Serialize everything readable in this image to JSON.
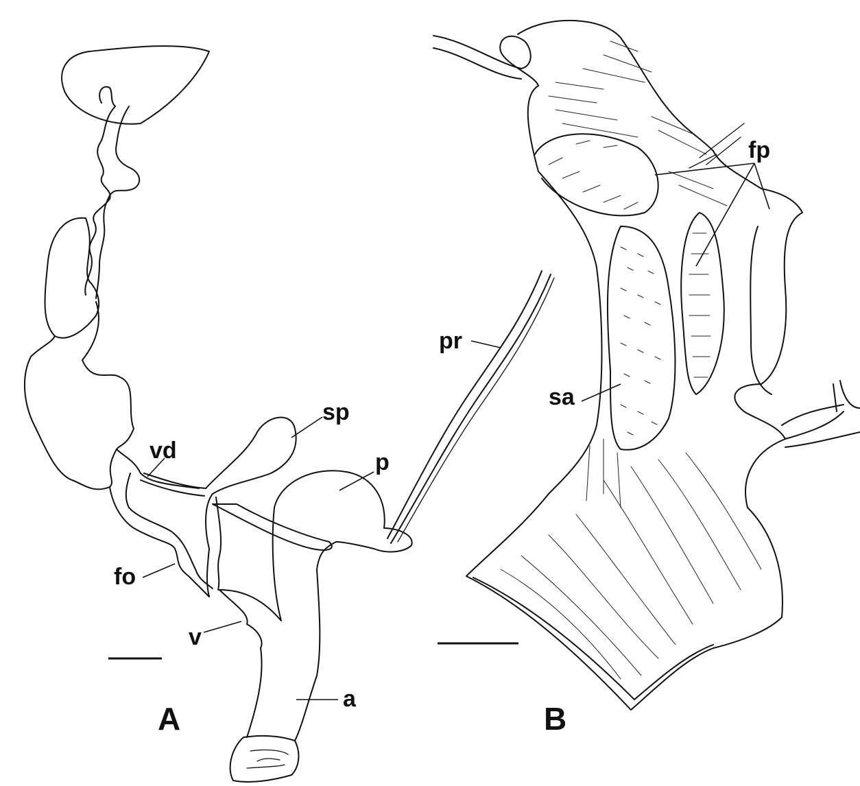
{
  "panels": {
    "a": {
      "label": "A"
    },
    "b": {
      "label": "B"
    }
  },
  "labels": {
    "sp": "sp",
    "vd": "vd",
    "p": "p",
    "fo": "fo",
    "v": "v",
    "a": "a",
    "pr": "pr",
    "fp": "fp",
    "sa": "sa"
  }
}
